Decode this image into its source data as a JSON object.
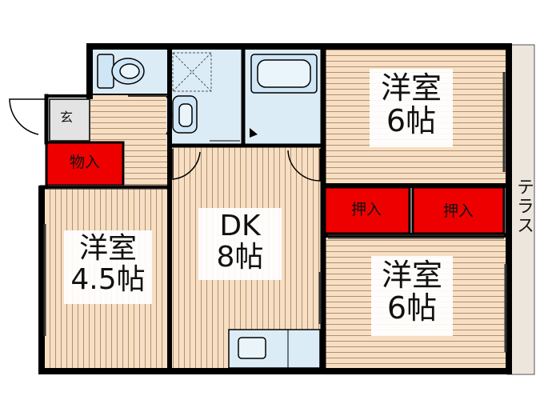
{
  "rooms": {
    "western_top_right": {
      "line1": "洋室",
      "line2": "6帖"
    },
    "western_bottom_right": {
      "line1": "洋室",
      "line2": "6帖"
    },
    "western_left": {
      "line1": "洋室",
      "line2": "4.5帖"
    },
    "dining_kitchen": {
      "line1": "DK",
      "line2": "8帖"
    },
    "entrance": "玄",
    "storage": "物入",
    "closet_left": "押入",
    "closet_right": "押入",
    "terrace": "テラス"
  },
  "colors": {
    "wall": "#000000",
    "floor_wood": "#f6dfc4",
    "floor_grain": "#b78f6a",
    "wet_area": "#dcecf7",
    "closet": "#ee0000",
    "terrace": "#ece6dd",
    "entrance": "#e3e3e3"
  },
  "icons": [
    "toilet-icon",
    "washbasin-icon",
    "bathtub-icon",
    "kitchen-sink-icon",
    "laundry-pan-icon"
  ]
}
